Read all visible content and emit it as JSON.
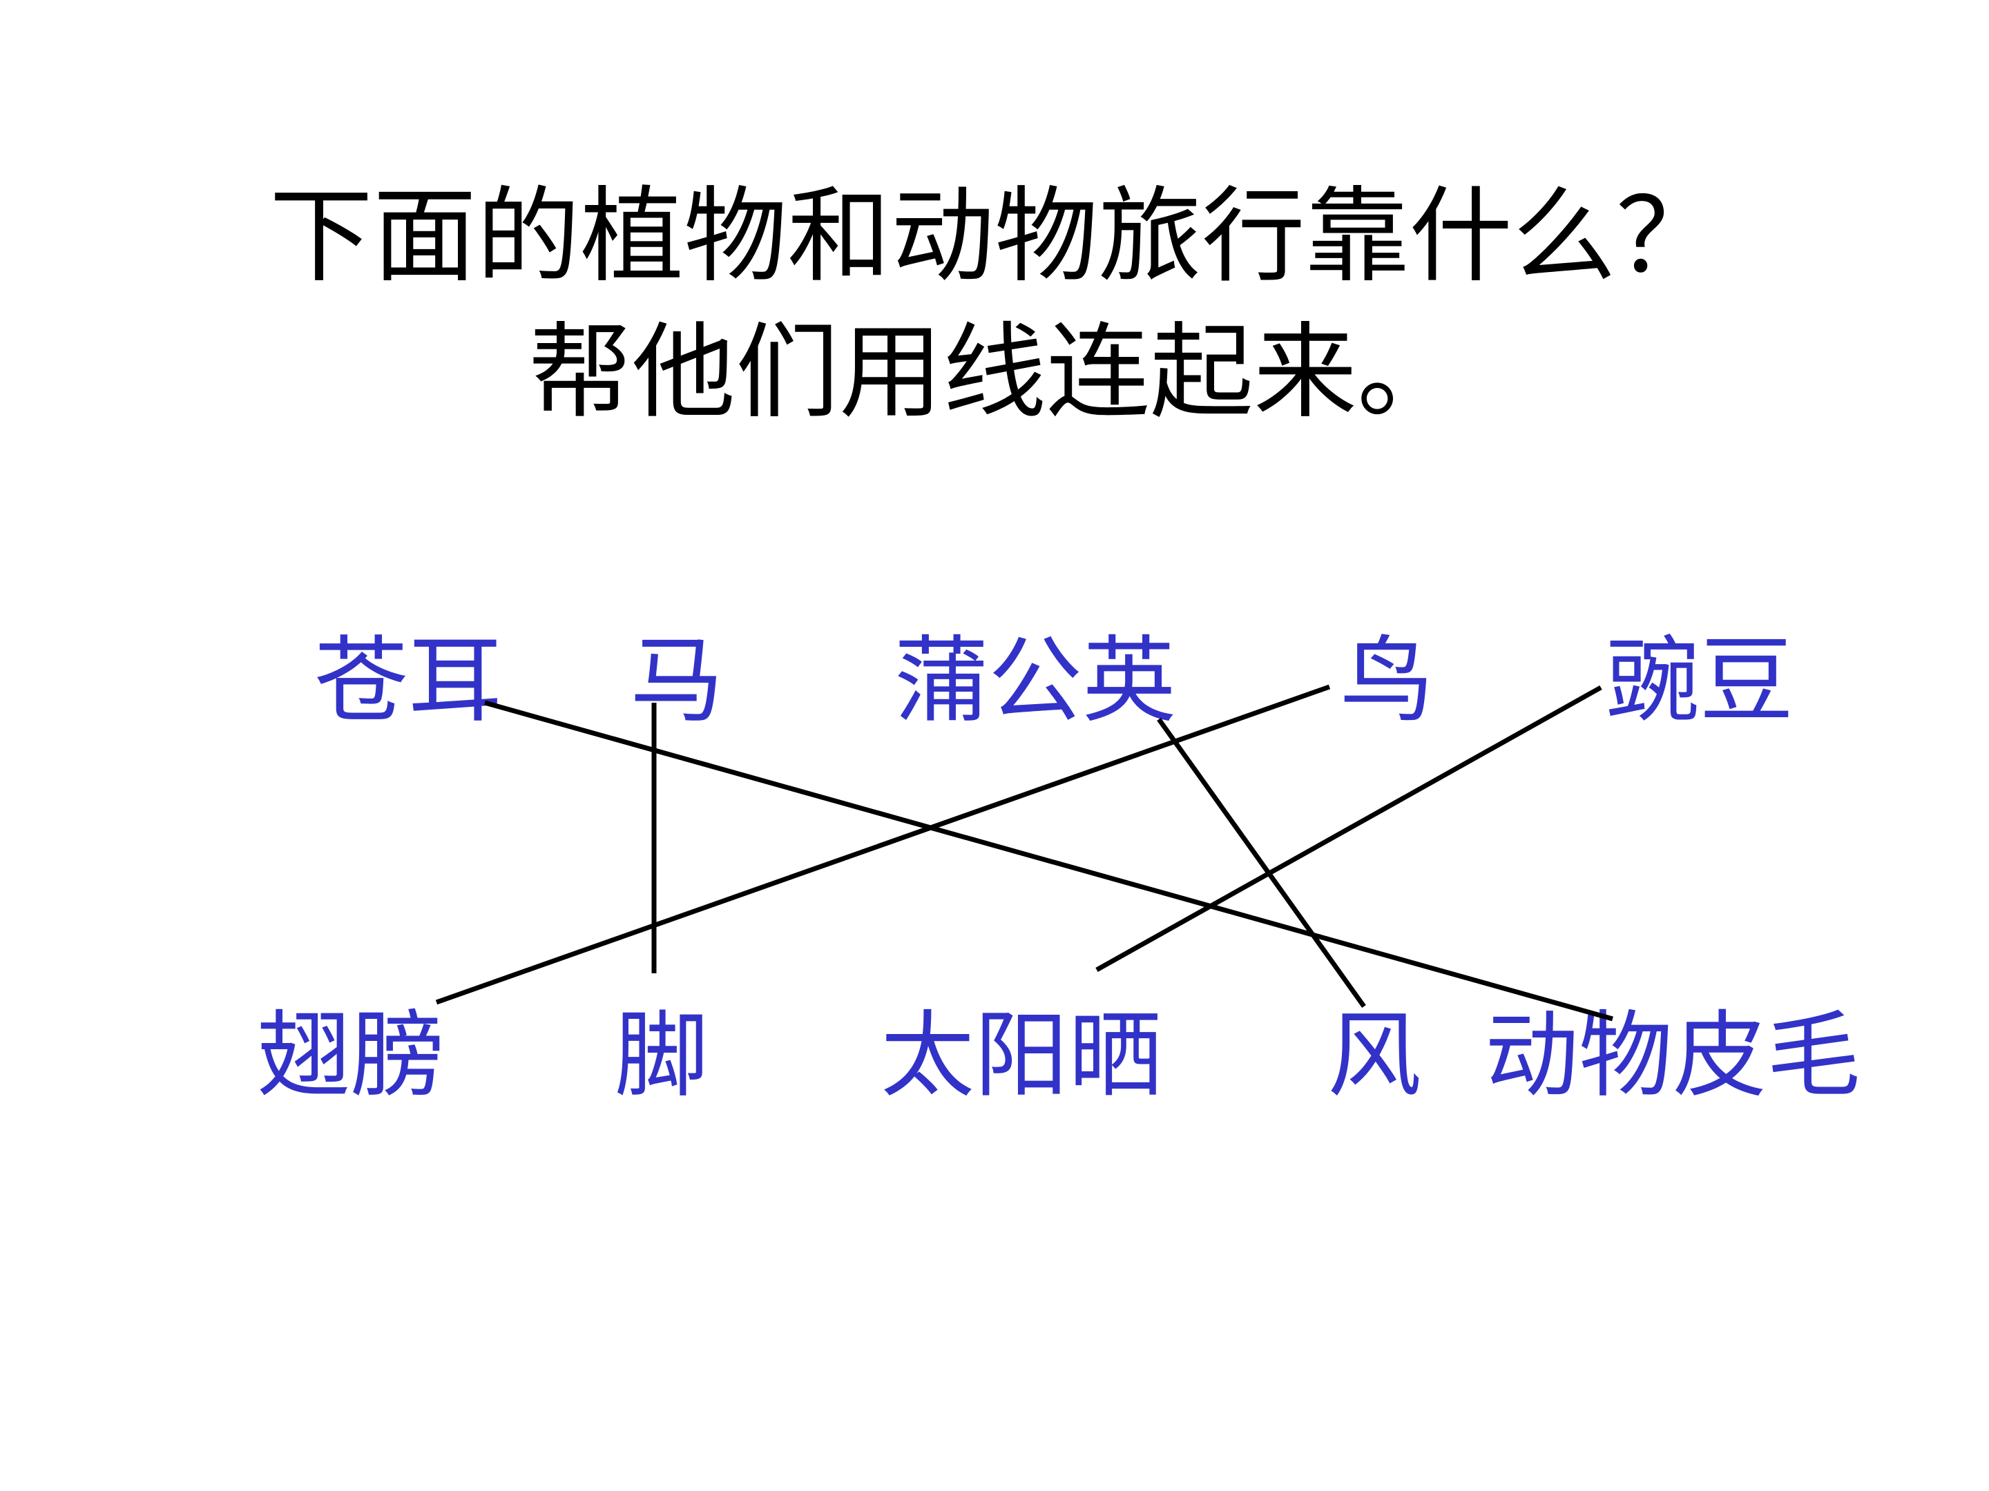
{
  "slide": {
    "title_line1": "下面的植物和动物旅行靠什么？",
    "title_line2": "帮他们用线连起来。",
    "top_row": [
      {
        "key": "cocklebur",
        "text": "苍耳"
      },
      {
        "key": "horse",
        "text": "马"
      },
      {
        "key": "dandelion",
        "text": "蒲公英"
      },
      {
        "key": "bird",
        "text": "鸟"
      },
      {
        "key": "pea",
        "text": "豌豆"
      }
    ],
    "bottom_row": [
      {
        "key": "wings",
        "text": "翅膀"
      },
      {
        "key": "feet",
        "text": "脚"
      },
      {
        "key": "sun_drying",
        "text": "太阳晒"
      },
      {
        "key": "wind",
        "text": "风"
      },
      {
        "key": "animal_fur",
        "text": "动物皮毛"
      }
    ],
    "connections": [
      {
        "from": "苍耳",
        "to": "动物皮毛"
      },
      {
        "from": "马",
        "to": "脚"
      },
      {
        "from": "蒲公英",
        "to": "风"
      },
      {
        "from": "鸟",
        "to": "翅膀"
      },
      {
        "from": "豌豆",
        "to": "太阳晒"
      }
    ],
    "colors": {
      "title": "#000000",
      "words": "#3232c8",
      "lines": "#000000",
      "background": "#ffffff"
    }
  }
}
